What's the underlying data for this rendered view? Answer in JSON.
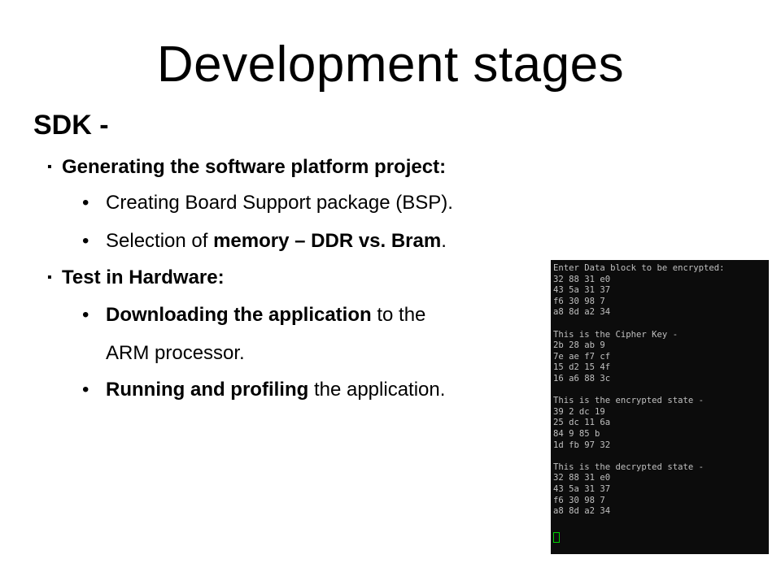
{
  "slide": {
    "title": "Development stages",
    "heading": "SDK -",
    "item1": {
      "marker": "▪",
      "text": "Generating the software platform project:"
    },
    "item1a": {
      "marker": "•",
      "text": "Creating Board Support package (BSP)."
    },
    "item1b": {
      "marker": "•",
      "prefix": "Selection of ",
      "bold": "memory – DDR vs. Bram",
      "suffix": "."
    },
    "item2": {
      "marker": "▪",
      "text": "Test in Hardware:"
    },
    "item2a": {
      "marker": "•",
      "bold": "Downloading  the application",
      "suffix": " to the"
    },
    "item2a_cont": "ARM processor.",
    "item2b": {
      "marker": "•",
      "bold": "Running and profiling",
      "suffix": " the application."
    }
  },
  "terminal": {
    "lines": [
      "Enter Data block to be encrypted:",
      "32 88 31 e0",
      "43 5a 31 37",
      "f6 30 98 7",
      "a8 8d a2 34",
      "",
      "This is the Cipher Key -",
      "2b 28 ab 9",
      "7e ae f7 cf",
      "15 d2 15 4f",
      "16 a6 88 3c",
      "",
      "This is the encrypted state -",
      "39 2 dc 19",
      "25 dc 11 6a",
      "84 9 85 b",
      "1d fb 97 32",
      "",
      "This is the decrypted state -",
      "32 88 31 e0",
      "43 5a 31 37",
      "f6 30 98 7",
      "a8 8d a2 34"
    ]
  }
}
